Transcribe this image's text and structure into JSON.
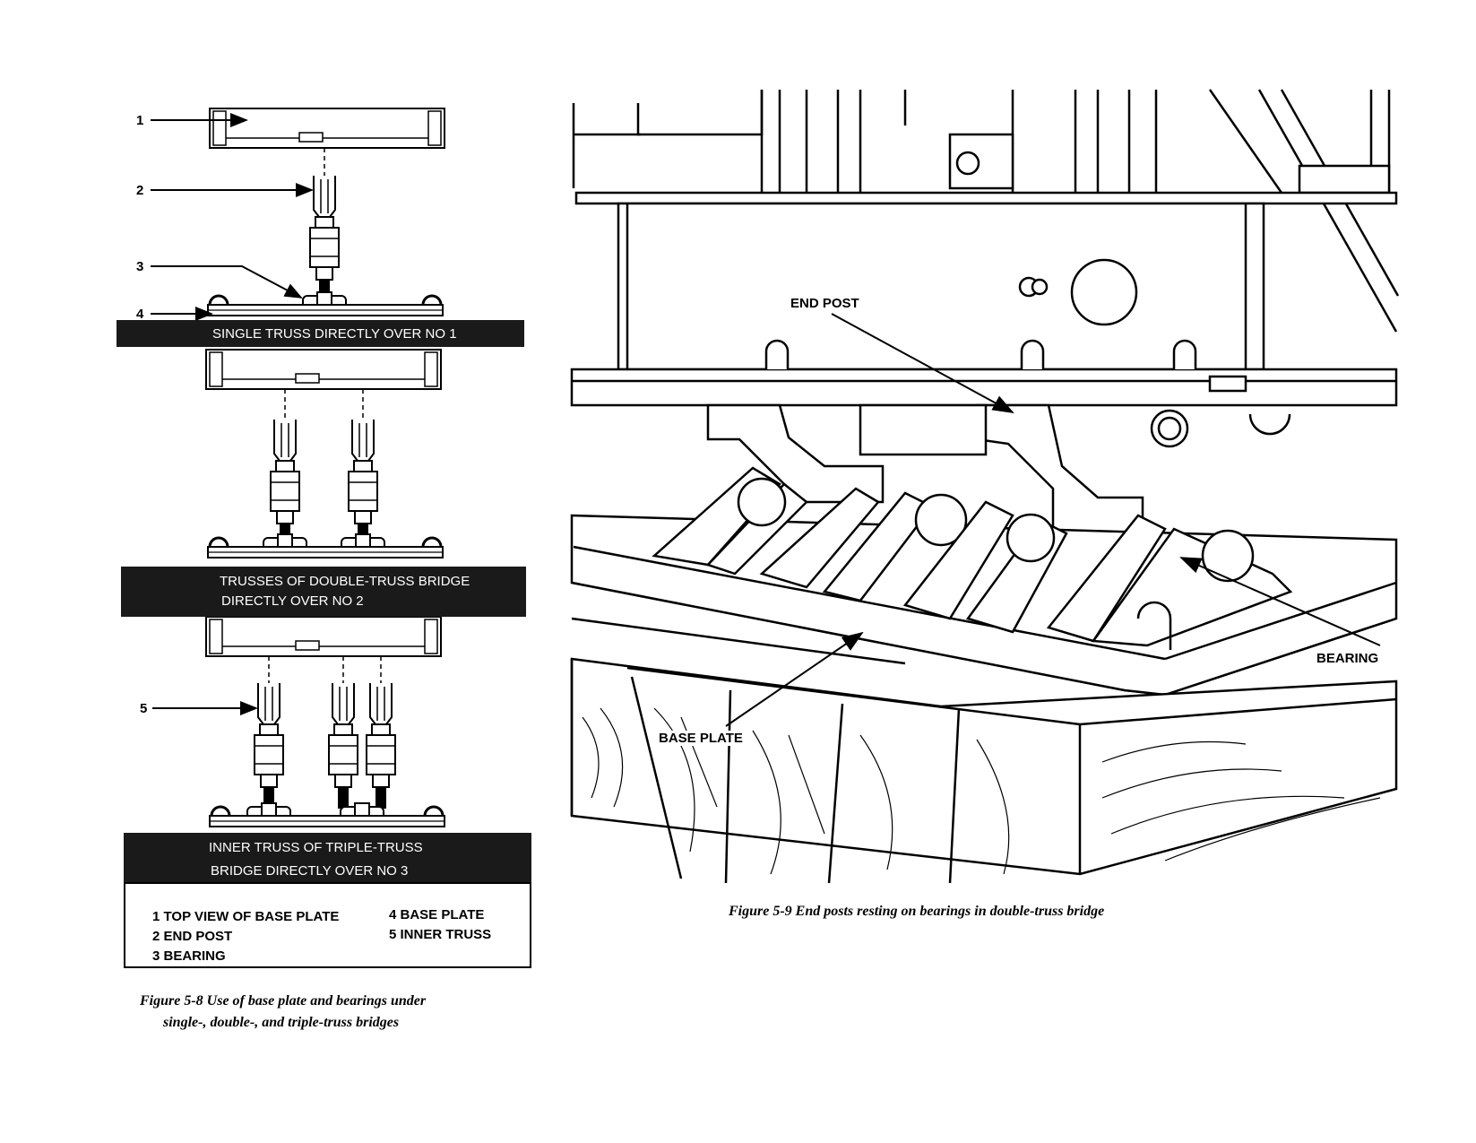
{
  "figure_5_8": {
    "callouts": [
      "1",
      "2",
      "3",
      "4",
      "5"
    ],
    "bands": {
      "single": "SINGLE TRUSS DIRECTLY OVER NO 1",
      "double_line1": "TRUSSES OF DOUBLE-TRUSS BRIDGE",
      "double_line2": "DIRECTLY OVER NO 2",
      "triple_line1": "INNER TRUSS OF TRIPLE-TRUSS",
      "triple_line2": "BRIDGE DIRECTLY OVER NO 3"
    },
    "legend": {
      "item1": "1 TOP VIEW OF BASE PLATE",
      "item2": "2 END POST",
      "item3": "3 BEARING",
      "item4": "4 BASE PLATE",
      "item5": "5 INNER TRUSS"
    },
    "caption_line1": "Figure 5-8 Use of base plate and bearings under",
    "caption_line2": "single-, double-, and triple-truss bridges"
  },
  "figure_5_9": {
    "labels": {
      "end_post": "END POST",
      "bearing": "BEARING",
      "base_plate": "BASE PLATE"
    },
    "caption": "Figure 5-9 End posts resting on bearings in double-truss bridge"
  }
}
